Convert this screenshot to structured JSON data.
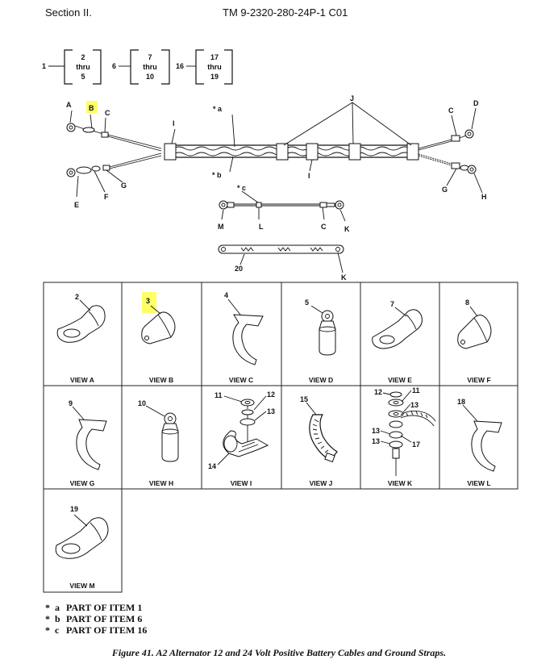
{
  "header": {
    "section": "Section II.",
    "tm_number": "TM 9-2320-280-24P-1  C01"
  },
  "continuation": [
    {
      "lead": "1",
      "line1": "2",
      "line2": "thru",
      "line3": "5"
    },
    {
      "lead": "6",
      "line1": "7",
      "line2": "thru",
      "line3": "10"
    },
    {
      "lead": "16",
      "line1": "17",
      "line2": "thru",
      "line3": "19"
    }
  ],
  "callouts": {
    "A": "A",
    "B": "B",
    "C": "C",
    "D": "D",
    "E": "E",
    "F": "F",
    "G": "G",
    "H": "H",
    "I": "I",
    "J": "J",
    "K": "K",
    "L": "L",
    "M": "M",
    "a": "* a",
    "b": "* b",
    "c": "* c",
    "n20": "20"
  },
  "highlight_color": "#ffff66",
  "views": [
    {
      "label": "VIEW A",
      "items": [
        "2"
      ]
    },
    {
      "label": "VIEW B",
      "items": [
        "3"
      ]
    },
    {
      "label": "VIEW C",
      "items": [
        "4"
      ]
    },
    {
      "label": "VIEW D",
      "items": [
        "5"
      ]
    },
    {
      "label": "VIEW E",
      "items": [
        "7"
      ]
    },
    {
      "label": "VIEW F",
      "items": [
        "8"
      ]
    },
    {
      "label": "VIEW G",
      "items": [
        "9"
      ]
    },
    {
      "label": "VIEW H",
      "items": [
        "10"
      ]
    },
    {
      "label": "VIEW I",
      "items": [
        "11",
        "12",
        "13",
        "14"
      ]
    },
    {
      "label": "VIEW J",
      "items": [
        "15"
      ]
    },
    {
      "label": "VIEW K",
      "items": [
        "12",
        "11",
        "13",
        "13",
        "13",
        "17"
      ]
    },
    {
      "label": "VIEW L",
      "items": [
        "18"
      ]
    },
    {
      "label": "VIEW M",
      "items": [
        "19"
      ]
    }
  ],
  "notes": [
    {
      "key": "a",
      "text": "PART OF ITEM  1"
    },
    {
      "key": "b",
      "text": "PART OF ITEM  6"
    },
    {
      "key": "c",
      "text": "PART OF ITEM  16"
    }
  ],
  "caption": "Figure 41.  A2 Alternator 12 and 24 Volt Positive Battery Cables and Ground Straps."
}
